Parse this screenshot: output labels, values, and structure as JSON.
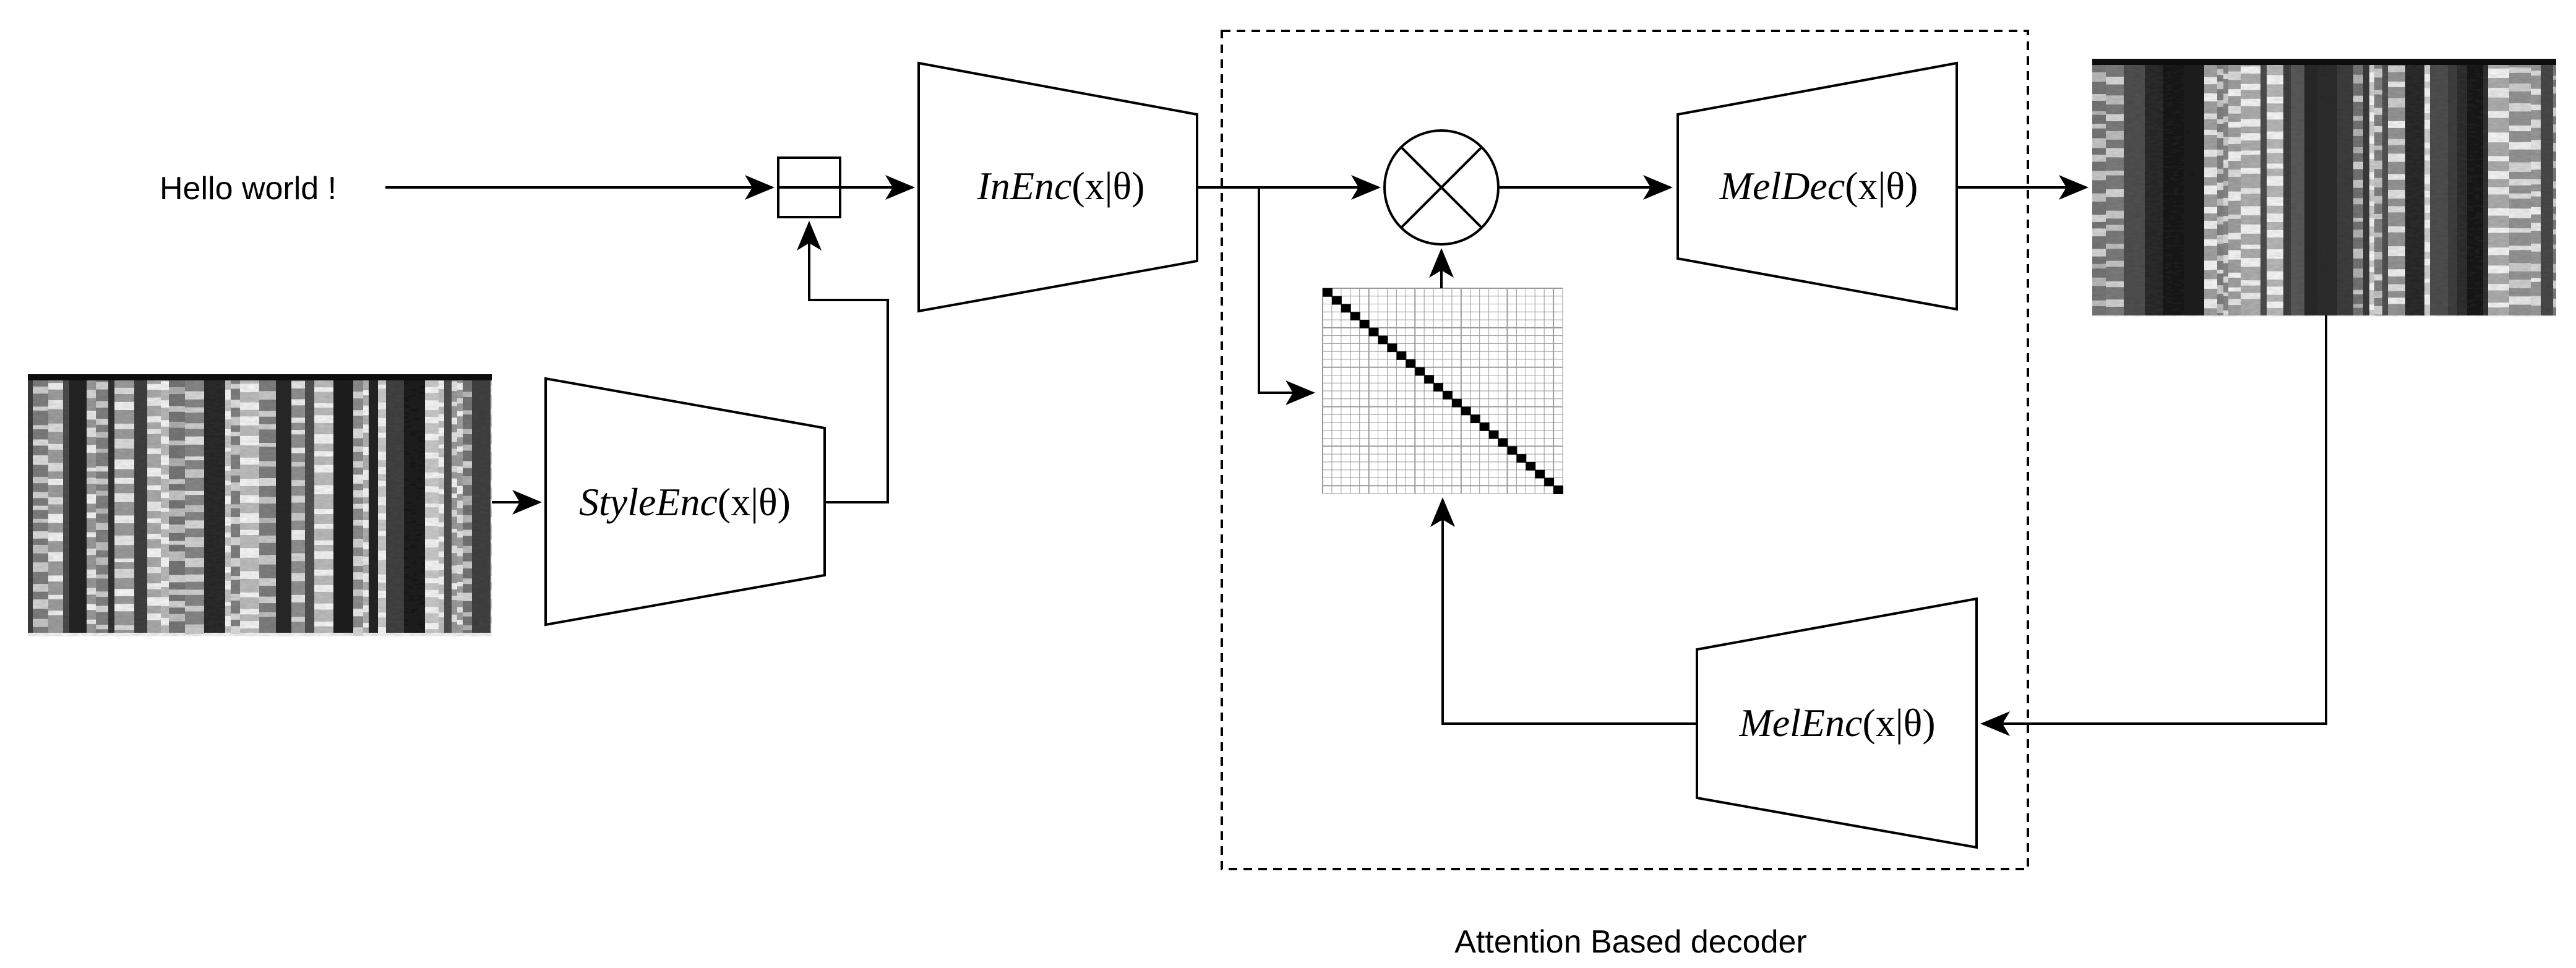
{
  "input_text": "Hello world !",
  "style_encoder": {
    "name": "StyleEnc",
    "args": "(x|θ)"
  },
  "input_encoder": {
    "name": "InEnc",
    "args": "(x|θ)"
  },
  "mel_decoder": {
    "name": "MelDec",
    "args": "(x|θ)"
  },
  "mel_encoder": {
    "name": "MelEnc",
    "args": "(x|θ)"
  },
  "decoder_group_label": "Attention Based decoder",
  "colors": {
    "stroke": "#000000",
    "background": "#ffffff",
    "spectrogram_dark": "#111111",
    "spectrogram_light": "#d8d8d8",
    "attention_grid": "#9a9a9a",
    "attention_cells": "#000000"
  },
  "icons": {
    "multiply": "circled-times-icon",
    "concat": "concat-box-icon"
  }
}
